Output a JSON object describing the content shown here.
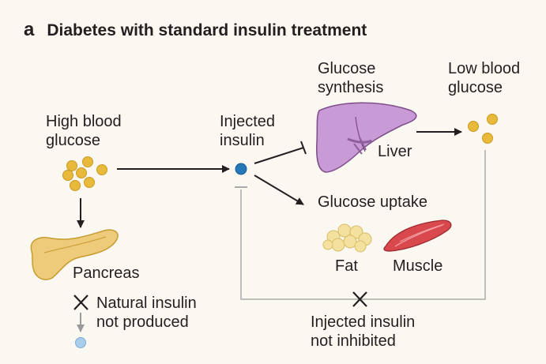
{
  "panel": {
    "letter": "a",
    "title": "Diabetes with standard insulin treatment"
  },
  "labels": {
    "high_glucose": [
      "High blood",
      "glucose"
    ],
    "injected_insulin": [
      "Injected",
      "insulin"
    ],
    "glucose_synthesis": [
      "Glucose",
      "synthesis"
    ],
    "low_glucose": [
      "Low blood",
      "glucose"
    ],
    "liver": "Liver",
    "glucose_uptake": "Glucose uptake",
    "fat": "Fat",
    "muscle": "Muscle",
    "pancreas": "Pancreas",
    "natural_insulin": [
      "Natural insulin",
      "not produced"
    ],
    "not_inhibited": [
      "Injected insulin",
      "not inhibited"
    ]
  },
  "colors": {
    "background": "#fbf8f2",
    "glucose": "#e8b93a",
    "insulin": "#2577b8",
    "natural_insulin": "#a9cdeb",
    "liver": "#c99bd6",
    "pancreas": "#edcb7a",
    "fat": "#f4e1a0",
    "muscle": "#d8484d",
    "feedback_line": "#aaaaaa"
  }
}
